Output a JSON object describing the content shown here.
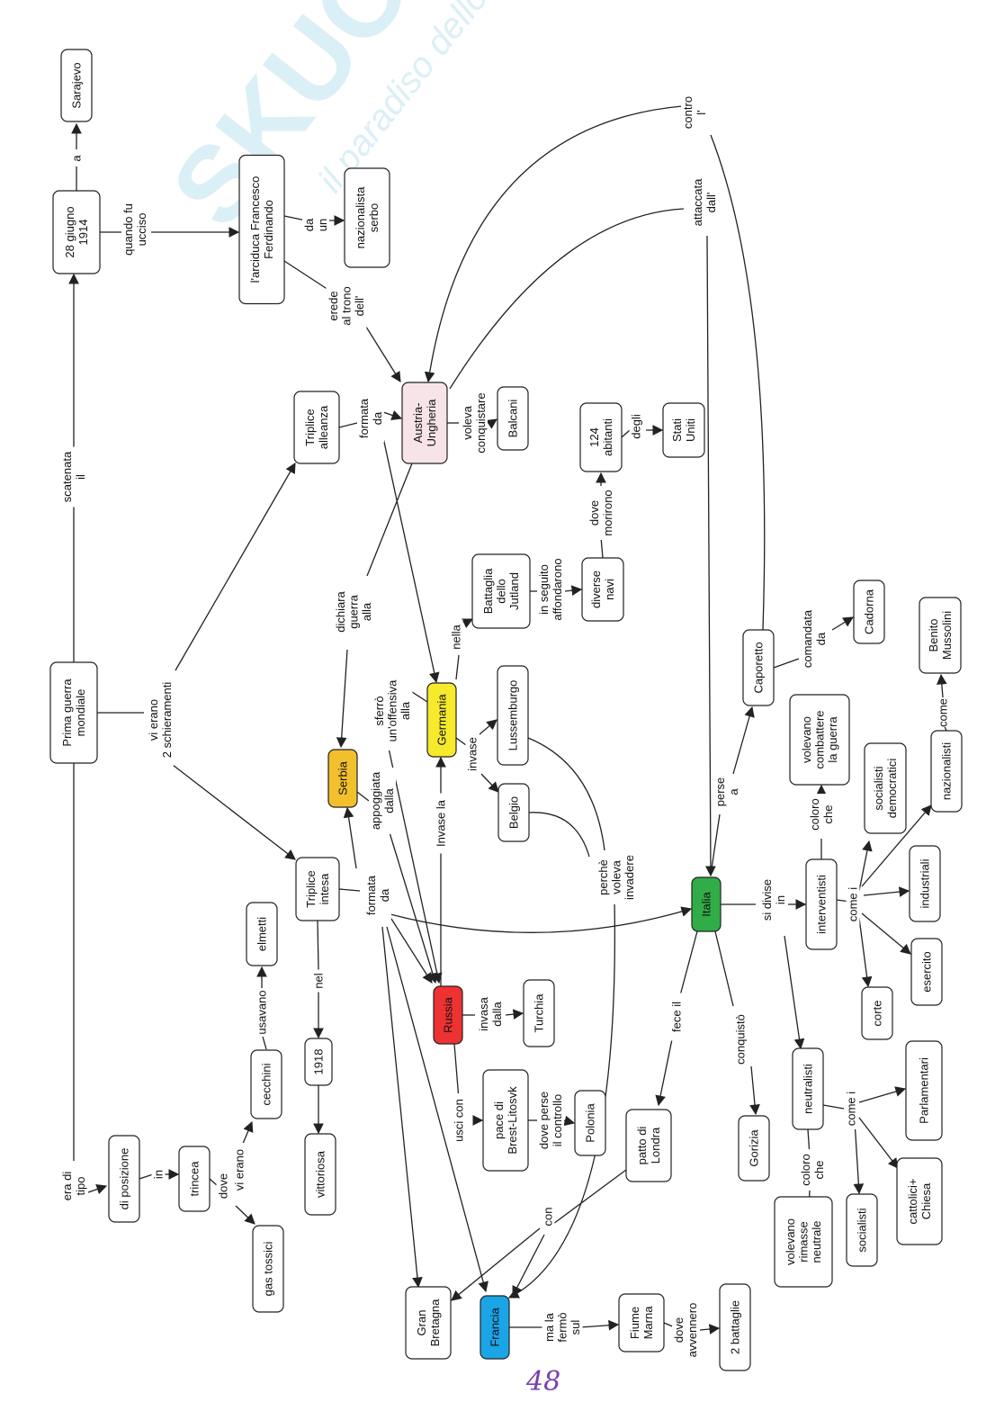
{
  "watermark": {
    "brand": "SKUOLA.net",
    "tagline": "il paradiso dello studente"
  },
  "page_number": "48",
  "colors": {
    "austria": "#f6e4e8",
    "germania": "#f5ea2c",
    "serbia": "#f2c02d",
    "russia": "#ee3232",
    "italia": "#31ad48",
    "francia": "#1ba4e6"
  },
  "nodes": [
    {
      "id": "sarajevo",
      "lines": [
        "Sarajevo"
      ]
    },
    {
      "id": "giugno",
      "lines": [
        "28 giugno",
        "1914"
      ]
    },
    {
      "id": "prima",
      "lines": [
        "Prima guerra",
        "mondiale"
      ]
    },
    {
      "id": "arciduca",
      "lines": [
        "l'arciduca Francesco",
        "Ferdinando"
      ]
    },
    {
      "id": "nazionalista",
      "lines": [
        "nazionalista",
        "serbo"
      ]
    },
    {
      "id": "triplice_alleanza",
      "lines": [
        "Triplice",
        "alleanza"
      ]
    },
    {
      "id": "austria",
      "lines": [
        "Austria-",
        "Ungheria"
      ],
      "color": "#f6e4e8"
    },
    {
      "id": "balcani",
      "lines": [
        "Balcani"
      ]
    },
    {
      "id": "abitanti",
      "lines": [
        "124",
        "abitanti"
      ]
    },
    {
      "id": "stati_uniti",
      "lines": [
        "Stati",
        "Uniti"
      ]
    },
    {
      "id": "battaglia",
      "lines": [
        "Battaglia",
        "dello",
        "Jutland"
      ]
    },
    {
      "id": "diverse_navi",
      "lines": [
        "diverse",
        "navi"
      ]
    },
    {
      "id": "cadorna",
      "lines": [
        "Cadorna"
      ]
    },
    {
      "id": "mussolini",
      "lines": [
        "Benito",
        "Mussolini"
      ]
    },
    {
      "id": "caporetto",
      "lines": [
        "Caporetto"
      ]
    },
    {
      "id": "volevano_combattere",
      "lines": [
        "volevano",
        "combattere",
        "la guerra"
      ]
    },
    {
      "id": "germania",
      "lines": [
        "Germania"
      ],
      "color": "#f5ea2c"
    },
    {
      "id": "lussemburgo",
      "lines": [
        "Lussemburgo"
      ]
    },
    {
      "id": "serbia",
      "lines": [
        "Serbia"
      ],
      "color": "#f2c02d"
    },
    {
      "id": "belgio",
      "lines": [
        "Belgio"
      ]
    },
    {
      "id": "socialisti_democratici",
      "lines": [
        "socialisti",
        "democratici"
      ]
    },
    {
      "id": "nazionalisti",
      "lines": [
        "nazionalisti"
      ]
    },
    {
      "id": "triplice_intesa",
      "lines": [
        "Triplice",
        "intesa"
      ]
    },
    {
      "id": "elmetti",
      "lines": [
        "elmetti"
      ]
    },
    {
      "id": "italia",
      "lines": [
        "Italia"
      ],
      "color": "#31ad48"
    },
    {
      "id": "interventisti",
      "lines": [
        "interventisti"
      ]
    },
    {
      "id": "industriali",
      "lines": [
        "industriali"
      ]
    },
    {
      "id": "esercito",
      "lines": [
        "esercito"
      ]
    },
    {
      "id": "russia",
      "lines": [
        "Russia"
      ],
      "color": "#ee3232"
    },
    {
      "id": "turchia",
      "lines": [
        "Turchia"
      ]
    },
    {
      "id": "cecchini",
      "lines": [
        "cecchini"
      ]
    },
    {
      "id": "anno1918",
      "lines": [
        "1918"
      ]
    },
    {
      "id": "corte",
      "lines": [
        "corte"
      ]
    },
    {
      "id": "parlamentari",
      "lines": [
        "Parlamentari"
      ]
    },
    {
      "id": "neutralisti",
      "lines": [
        "neutralisti"
      ]
    },
    {
      "id": "pace",
      "lines": [
        "pace di",
        "Brest-Litosvk"
      ]
    },
    {
      "id": "polonia",
      "lines": [
        "Polonia"
      ]
    },
    {
      "id": "patto",
      "lines": [
        "patto di",
        "Londra"
      ]
    },
    {
      "id": "gorizia",
      "lines": [
        "Gorizia"
      ]
    },
    {
      "id": "di_posizione",
      "lines": [
        "di posizione"
      ]
    },
    {
      "id": "trincea",
      "lines": [
        "trincea"
      ]
    },
    {
      "id": "vittoriosa",
      "lines": [
        "vittoriosa"
      ]
    },
    {
      "id": "socialisti",
      "lines": [
        "socialisti"
      ]
    },
    {
      "id": "cattolici",
      "lines": [
        "cattolici+",
        "Chiesa"
      ]
    },
    {
      "id": "volevano_neutrale",
      "lines": [
        "volevano",
        "rimasse",
        "neutrale"
      ]
    },
    {
      "id": "gas",
      "lines": [
        "gas tossici"
      ]
    },
    {
      "id": "gran_bretagna",
      "lines": [
        "Gran",
        "Bretagna"
      ]
    },
    {
      "id": "francia",
      "lines": [
        "Francia"
      ],
      "color": "#1ba4e6"
    },
    {
      "id": "fiume",
      "lines": [
        "Fiume",
        "Marna"
      ]
    },
    {
      "id": "battaglie",
      "lines": [
        "2 battaglie"
      ]
    }
  ],
  "links": [
    {
      "id": "l_a",
      "lines": [
        "a"
      ]
    },
    {
      "id": "l_quando",
      "lines": [
        "quando fu",
        "ucciso"
      ]
    },
    {
      "id": "l_daun",
      "lines": [
        "da",
        "un"
      ]
    },
    {
      "id": "l_erede",
      "lines": [
        "erede",
        "al trono",
        "dell'"
      ]
    },
    {
      "id": "l_scatenata",
      "lines": [
        "scatenata",
        "il"
      ]
    },
    {
      "id": "l_eradi",
      "lines": [
        "era di",
        "tipo"
      ]
    },
    {
      "id": "l_vierano2",
      "lines": [
        "vi erano",
        "2 schieramenti"
      ]
    },
    {
      "id": "l_formata1",
      "lines": [
        "formata",
        "da"
      ]
    },
    {
      "id": "l_voleva",
      "lines": [
        "voleva",
        "conquistare"
      ]
    },
    {
      "id": "l_degli",
      "lines": [
        "degli"
      ]
    },
    {
      "id": "l_morirono",
      "lines": [
        "dove",
        "morirono"
      ]
    },
    {
      "id": "l_inseguito",
      "lines": [
        "in seguito",
        "affondarono"
      ]
    },
    {
      "id": "l_dichiara",
      "lines": [
        "dichiara",
        "guerra",
        "alla"
      ]
    },
    {
      "id": "l_nella",
      "lines": [
        "nella"
      ]
    },
    {
      "id": "l_sferro",
      "lines": [
        "sferrò",
        "un'offensiva",
        "alla"
      ]
    },
    {
      "id": "l_appoggiata",
      "lines": [
        "appoggiata",
        "dalla"
      ]
    },
    {
      "id": "l_invase",
      "lines": [
        "invase"
      ]
    },
    {
      "id": "l_invasela",
      "lines": [
        "Invase la"
      ]
    },
    {
      "id": "l_formata2",
      "lines": [
        "formata",
        "da"
      ]
    },
    {
      "id": "l_perche",
      "lines": [
        "perchè",
        "voleva",
        "invadere"
      ]
    },
    {
      "id": "l_contro",
      "lines": [
        "contro",
        "l'"
      ]
    },
    {
      "id": "l_attaccata",
      "lines": [
        "attaccata",
        "dall'"
      ]
    },
    {
      "id": "l_comandata",
      "lines": [
        "comandata",
        "da"
      ]
    },
    {
      "id": "l_come",
      "lines": [
        "come"
      ]
    },
    {
      "id": "l_perse",
      "lines": [
        "perse",
        "a"
      ]
    },
    {
      "id": "l_coloro1",
      "lines": [
        "coloro",
        "che"
      ]
    },
    {
      "id": "l_sidivise",
      "lines": [
        "si divise",
        "in"
      ]
    },
    {
      "id": "l_comei1",
      "lines": [
        "come i"
      ]
    },
    {
      "id": "l_usavano",
      "lines": [
        "usavano"
      ]
    },
    {
      "id": "l_nel",
      "lines": [
        "nel"
      ]
    },
    {
      "id": "l_vierano",
      "lines": [
        "vi erano"
      ]
    },
    {
      "id": "l_in",
      "lines": [
        "in"
      ]
    },
    {
      "id": "l_dove",
      "lines": [
        "dove"
      ]
    },
    {
      "id": "l_invasa",
      "lines": [
        "invasa",
        "dalla"
      ]
    },
    {
      "id": "l_usci",
      "lines": [
        "usci con"
      ]
    },
    {
      "id": "l_doveperse",
      "lines": [
        "dove perse",
        "il controllo"
      ]
    },
    {
      "id": "l_fece",
      "lines": [
        "fece il"
      ]
    },
    {
      "id": "l_conquisto",
      "lines": [
        "conquistò"
      ]
    },
    {
      "id": "l_coloro2",
      "lines": [
        "coloro",
        "che"
      ]
    },
    {
      "id": "l_comei2",
      "lines": [
        "come i"
      ]
    },
    {
      "id": "l_con",
      "lines": [
        "con"
      ]
    },
    {
      "id": "l_mala",
      "lines": [
        "ma la",
        "fermò",
        "sul"
      ]
    },
    {
      "id": "l_avvennero",
      "lines": [
        "dove",
        "avvennero"
      ]
    }
  ]
}
